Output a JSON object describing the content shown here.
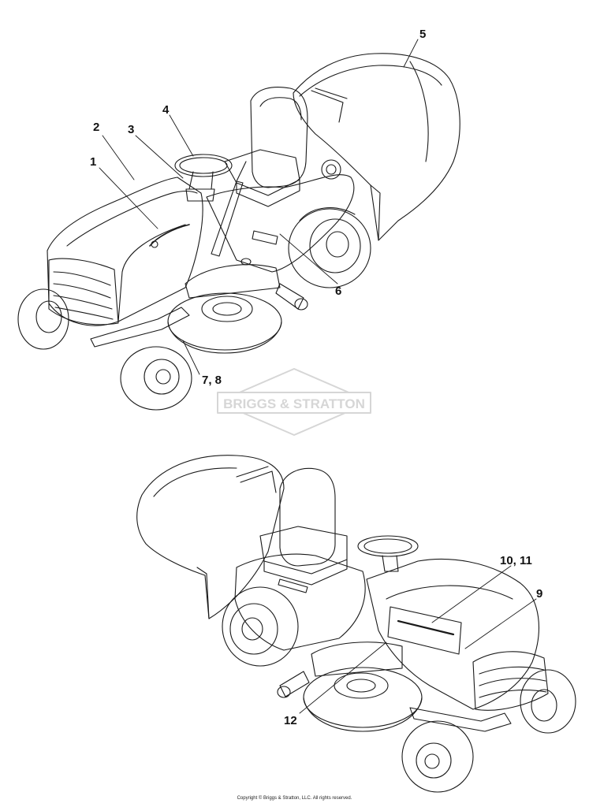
{
  "callouts": [
    {
      "id": "1",
      "label": "1"
    },
    {
      "id": "2",
      "label": "2"
    },
    {
      "id": "3",
      "label": "3"
    },
    {
      "id": "4",
      "label": "4"
    },
    {
      "id": "5",
      "label": "5"
    },
    {
      "id": "6",
      "label": "6"
    },
    {
      "id": "7-8",
      "label": "7, 8"
    },
    {
      "id": "10-11",
      "label": "10, 11"
    },
    {
      "id": "9",
      "label": "9"
    },
    {
      "id": "12",
      "label": "12"
    }
  ],
  "watermark": {
    "text": "BRIGGS & STRATTON"
  },
  "copyright": "Copyright © Briggs & Stratton, LLC. All rights reserved.",
  "colors": {
    "line": "#1a1a1a",
    "watermark": "#d6d6d6",
    "background": "#ffffff"
  }
}
